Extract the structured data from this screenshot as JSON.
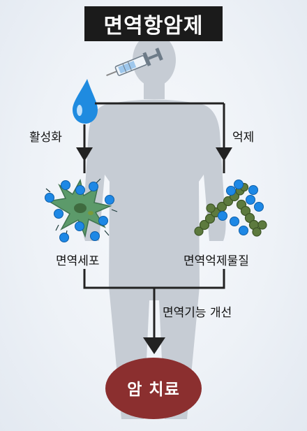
{
  "title": "면역항암제",
  "labels": {
    "activation": "활성화",
    "suppression": "억제",
    "immune_cell": "면역세포",
    "immune_suppressor": "면역억제물질",
    "improvement": "면역기능 개선",
    "result": "암 치료"
  },
  "colors": {
    "title_bg": "#1b1b1b",
    "body_silhouette": "#c6ccd4",
    "arrow": "#222222",
    "drop": "#1f8be0",
    "dot": "#1e88e5",
    "cell": "#5c9a6a",
    "chain": "#5d7a3e",
    "result_bg": "#8b2f2f"
  }
}
